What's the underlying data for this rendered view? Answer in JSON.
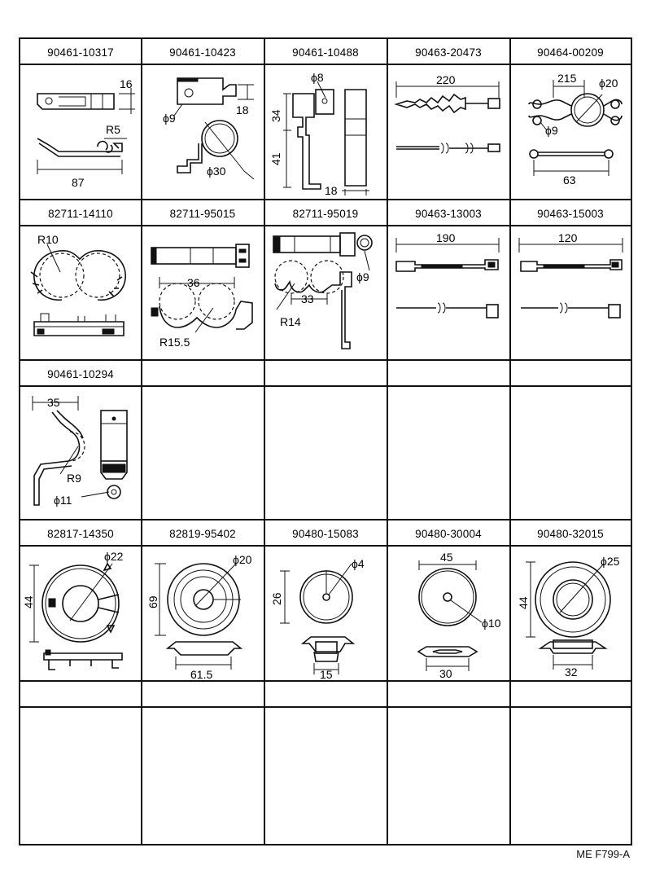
{
  "rows": [
    [
      {
        "part": "90461-10317",
        "dims": [
          "16",
          "R5",
          "87"
        ]
      },
      {
        "part": "90461-10423",
        "dims": [
          "ϕ9",
          "18",
          "ϕ30"
        ]
      },
      {
        "part": "90461-10488",
        "dims": [
          "ϕ8",
          "34",
          "41",
          "18"
        ]
      },
      {
        "part": "90463-20473",
        "dims": [
          "220"
        ]
      },
      {
        "part": "90464-00209",
        "dims": [
          "215",
          "ϕ20",
          "ϕ9",
          "63"
        ]
      }
    ],
    [
      {
        "part": "82711-14110",
        "dims": [
          "R10"
        ]
      },
      {
        "part": "82711-95015",
        "dims": [
          "36",
          "R15.5"
        ]
      },
      {
        "part": "82711-95019",
        "dims": [
          "ϕ9",
          "33",
          "R14"
        ]
      },
      {
        "part": "90463-13003",
        "dims": [
          "190"
        ]
      },
      {
        "part": "90463-15003",
        "dims": [
          "120"
        ]
      }
    ],
    [
      {
        "part": "90461-10294",
        "dims": [
          "35",
          "R9",
          "ϕ11"
        ]
      },
      {
        "part": "",
        "dims": []
      },
      {
        "part": "",
        "dims": []
      },
      {
        "part": "",
        "dims": []
      },
      {
        "part": "",
        "dims": []
      }
    ],
    [
      {
        "part": "82817-14350",
        "dims": [
          "ϕ22",
          "44"
        ]
      },
      {
        "part": "82819-95402",
        "dims": [
          "ϕ20",
          "69",
          "61.5"
        ]
      },
      {
        "part": "90480-15083",
        "dims": [
          "ϕ4",
          "26",
          "15"
        ]
      },
      {
        "part": "90480-30004",
        "dims": [
          "45",
          "ϕ10",
          "30"
        ]
      },
      {
        "part": "90480-32015",
        "dims": [
          "ϕ25",
          "44",
          "32"
        ]
      }
    ],
    [
      {
        "part": "",
        "dims": []
      },
      {
        "part": "",
        "dims": []
      },
      {
        "part": "",
        "dims": []
      },
      {
        "part": "",
        "dims": []
      },
      {
        "part": "",
        "dims": []
      }
    ]
  ],
  "drawing_code": "ME F799-A"
}
